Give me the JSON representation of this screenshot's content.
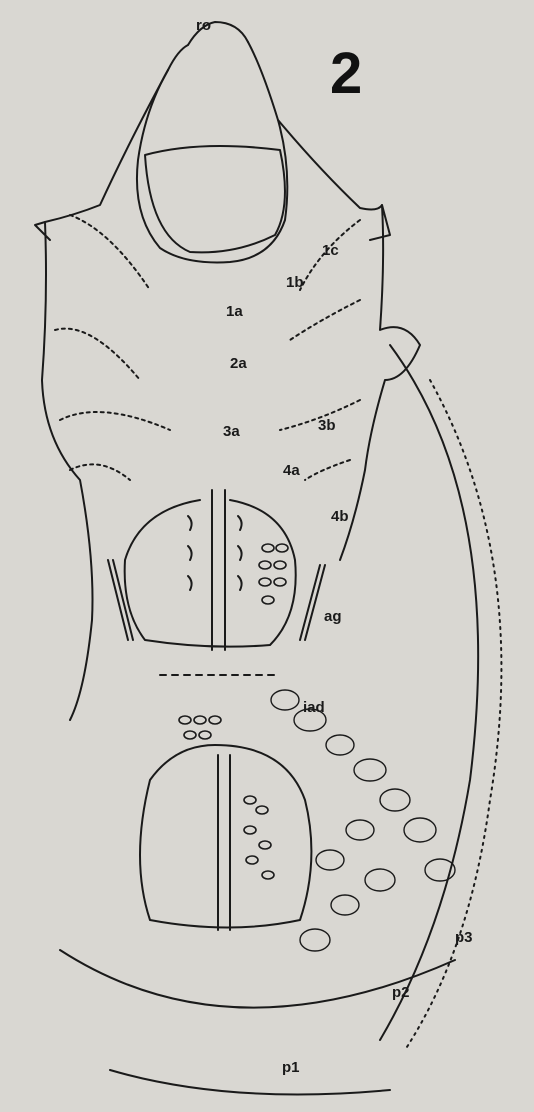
{
  "figure": {
    "number": "2",
    "labels": {
      "ro": "ro",
      "c1": "1c",
      "b1": "1b",
      "a1": "1a",
      "a2": "2a",
      "a3": "3a",
      "b3": "3b",
      "a4": "4a",
      "b4": "4b",
      "ag": "ag",
      "iad": "iad",
      "p1": "p1",
      "p2": "p2",
      "p3": "p3"
    }
  },
  "colors": {
    "ink": "#1a1a1a",
    "paper": "#d9d7d2"
  }
}
